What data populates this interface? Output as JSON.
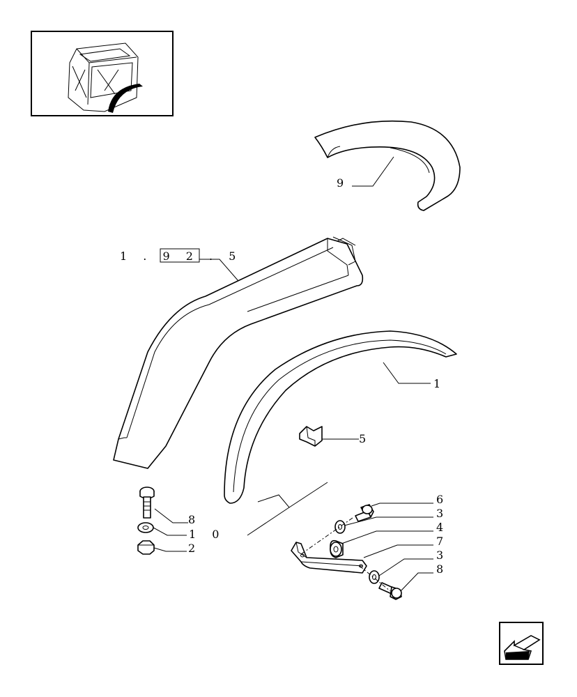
{
  "callouts": {
    "c9": "9",
    "ref": "1 . 9 2 . 5",
    "c1": "1",
    "c5": "5",
    "c6": "6",
    "c3a": "3",
    "c4": "4",
    "c7": "7",
    "c3b": "3",
    "c8r": "8",
    "c8l": "8",
    "c10": "1 0",
    "c2": "2"
  },
  "icons": {
    "thumbnail": "tractor-cab-fender-thumbnail",
    "nav": "arrow-back-icon"
  }
}
